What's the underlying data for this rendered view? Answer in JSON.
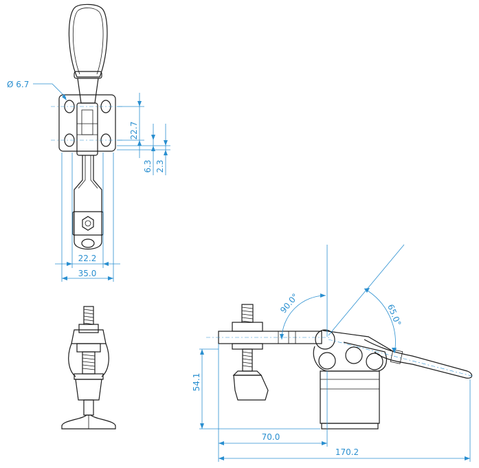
{
  "colors": {
    "dimension": "#2a8fd0",
    "outline": "#1a1a1a",
    "background": "#ffffff"
  },
  "dimensions": {
    "hole_diameter": "Ø 6.7",
    "hole_spacing_vertical": "22.7",
    "offset_a": "6.3",
    "offset_b": "2.3",
    "hole_spacing_horizontal": "22.2",
    "base_width": "35.0",
    "height": "54.1",
    "pivot_offset": "70.0",
    "overall_length": "170.2",
    "open_angle_bar": "90.0°",
    "open_angle_handle": "65.0°"
  }
}
